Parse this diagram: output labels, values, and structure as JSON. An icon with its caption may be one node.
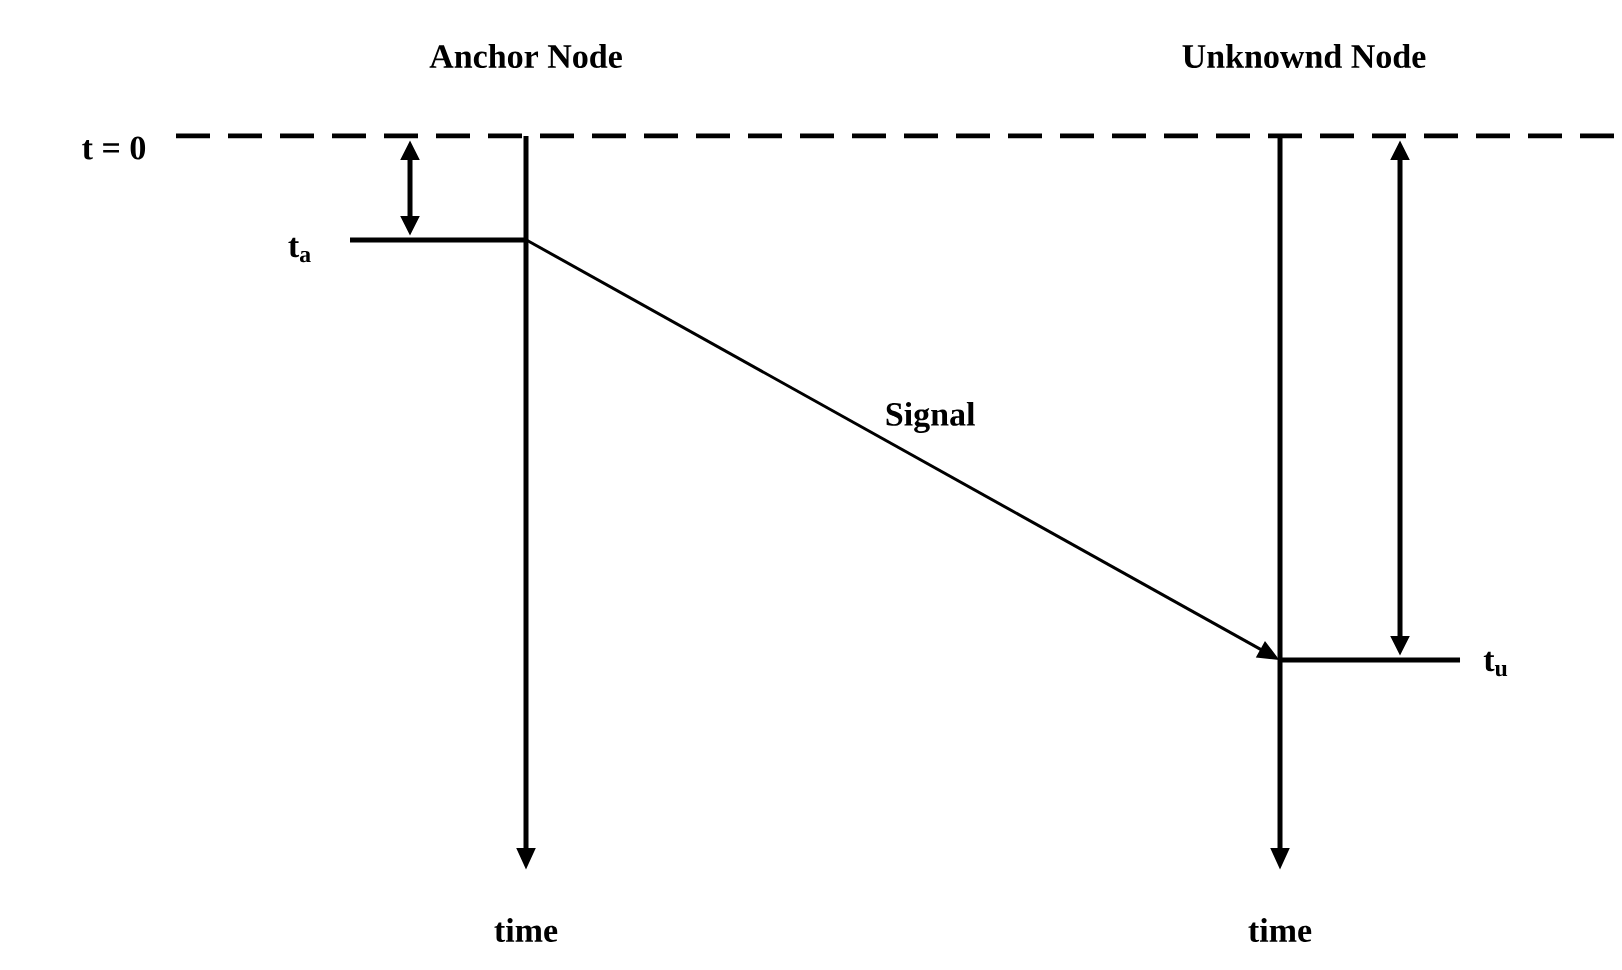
{
  "diagram": {
    "nodes": [
      {
        "text": [],
        "shape": "bar",
        "beside": [
          "t$_{a}$"
        ]
      },
      {
        "text": [],
        "shape": "bar",
        "beside": [
          "t$_{u}$"
        ]
      }
    ],
    "edges": [
      {
        "from": 0,
        "to": 1,
        "arrow": "to",
        "label": "Signal"
      }
    ],
    "labels": [
      "Anchor Node",
      "Unknownd Node",
      "t = 0",
      "time",
      "time"
    ]
  }
}
